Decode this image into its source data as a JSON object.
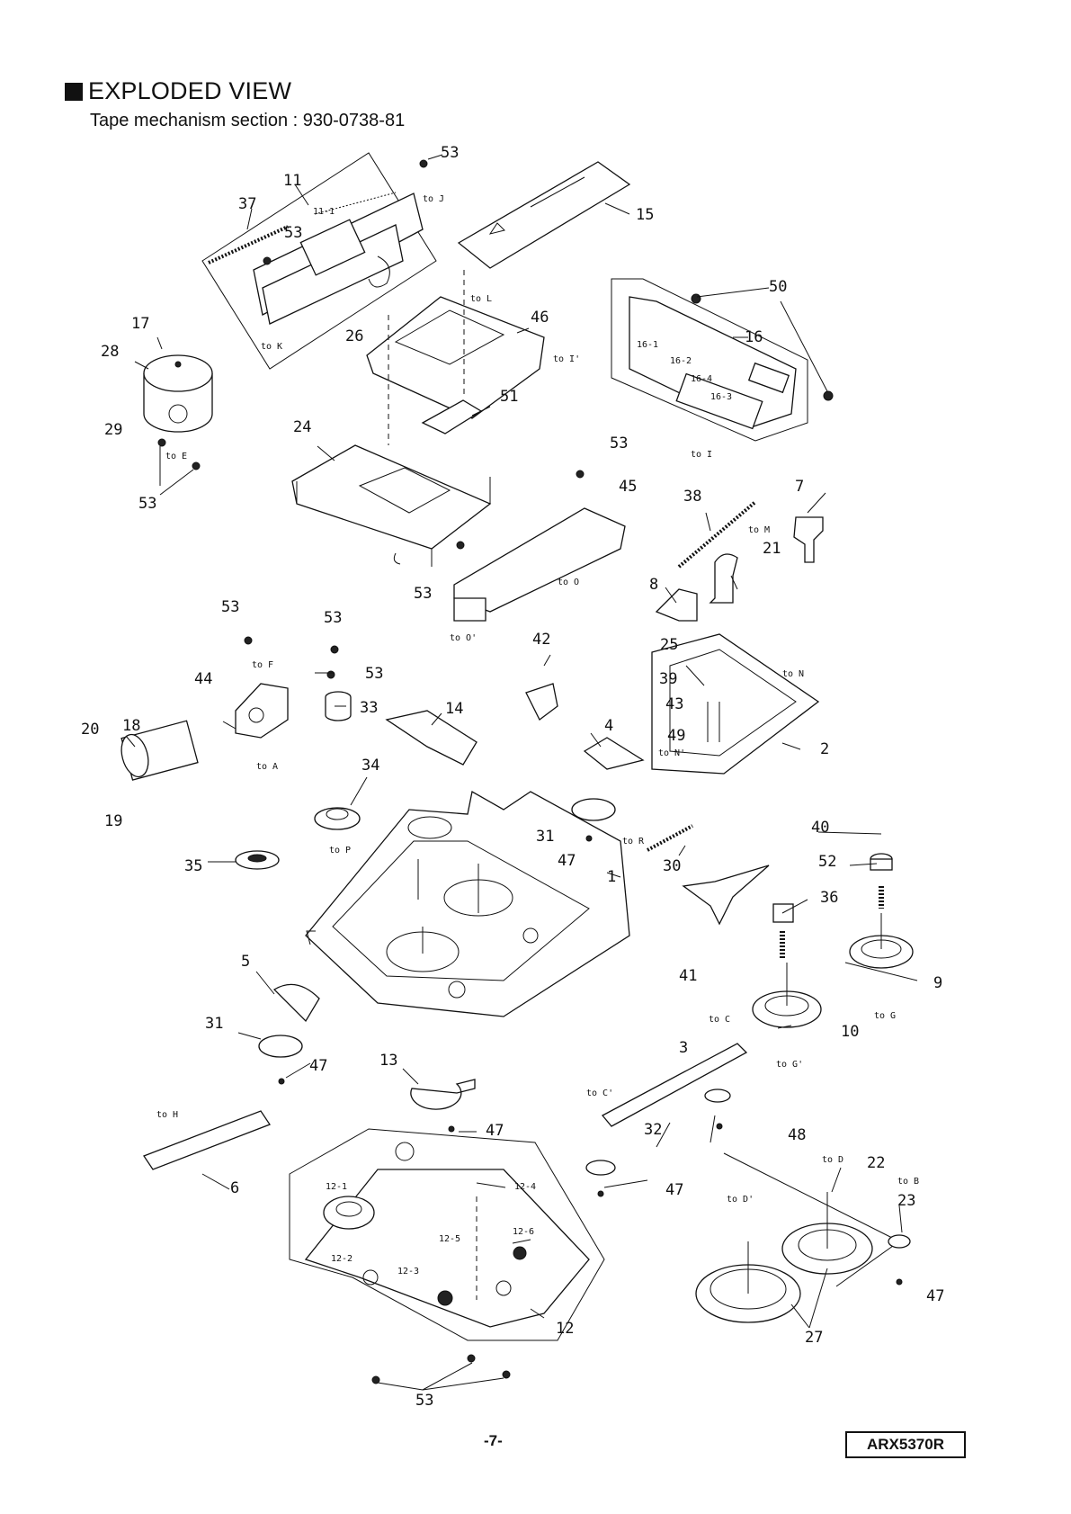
{
  "header": {
    "title": "EXPLODED VIEW",
    "subtitle": "Tape mechanism section : 930-0738-81"
  },
  "labels": {
    "p1": "1",
    "p2": "2",
    "p3": "3",
    "p4": "4",
    "p5": "5",
    "p6": "6",
    "p7": "7",
    "p8": "8",
    "p9": "9",
    "p10": "10",
    "p11": "11",
    "p11_1": "11-1",
    "p12": "12",
    "p12_1": "12-1",
    "p12_2": "12-2",
    "p12_3": "12-3",
    "p12_4": "12-4",
    "p12_5": "12-5",
    "p12_6": "12-6",
    "p13": "13",
    "p14": "14",
    "p15": "15",
    "p16": "16",
    "p16_1": "16-1",
    "p16_2": "16-2",
    "p16_3": "16-3",
    "p16_4": "16-4",
    "p17": "17",
    "p18": "18",
    "p19": "19",
    "p20": "20",
    "p21": "21",
    "p22": "22",
    "p23": "23",
    "p24": "24",
    "p25": "25",
    "p26": "26",
    "p27": "27",
    "p28": "28",
    "p29": "29",
    "p30": "30",
    "p31": "31",
    "p32": "32",
    "p33": "33",
    "p34": "34",
    "p35": "35",
    "p36": "36",
    "p37": "37",
    "p38": "38",
    "p39": "39",
    "p40": "40",
    "p41": "41",
    "p42": "42",
    "p43": "43",
    "p44": "44",
    "p45": "45",
    "p46": "46",
    "p47": "47",
    "p48": "48",
    "p49": "49",
    "p50": "50",
    "p51": "51",
    "p52": "52",
    "p53": "53"
  },
  "refs": {
    "to_J": "to J",
    "to_K": "to K",
    "to_L": "to L",
    "to_I1": "to I'",
    "to_I": "to I",
    "to_E": "to E",
    "to_O": "to O",
    "to_O1": "to O'",
    "to_M": "to M",
    "to_N": "to N",
    "to_N1": "to N'",
    "to_F": "to F",
    "to_A": "to A",
    "to_P": "to P",
    "to_R": "to R",
    "to_H": "to H",
    "to_C": "to C",
    "to_C1": "to C'",
    "to_G": "to G",
    "to_G1": "to G'",
    "to_D": "to D",
    "to_D1": "to D'",
    "to_B": "to B"
  },
  "footer": {
    "page_number": "-7-",
    "model": "ARX5370R"
  }
}
